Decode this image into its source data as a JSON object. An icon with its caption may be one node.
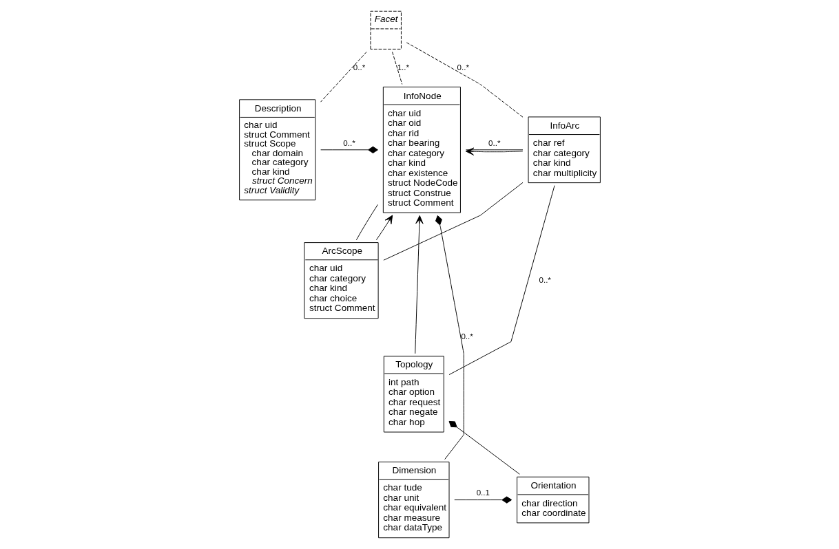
{
  "diagram": {
    "nodes": [
      {
        "text": [
          "Facet"
        ]
      },
      {
        "text": [
          "Description",
          "char uid",
          "struct Comment",
          "struct Scope",
          "char domain",
          "char category",
          "char kind",
          "struct Concern",
          "struct Validity"
        ]
      },
      {
        "text": [
          "InfoNode",
          "char uid",
          "char oid",
          "char rid",
          "char bearing",
          "char category",
          "char kind",
          "char existence",
          "struct NodeCode",
          "struct Construe",
          "struct Comment"
        ]
      },
      {
        "text": [
          "ArcScope",
          "char uid",
          "char category",
          "char kind",
          "char choice",
          "struct Comment"
        ]
      },
      {
        "text": [
          "InfoArc",
          "char ref",
          "char category",
          "char kind",
          "char multiplicity"
        ]
      },
      {
        "text": [
          "Topology",
          "int path",
          "char option",
          "char request",
          "char negate",
          "char hop"
        ]
      },
      {
        "text": [
          "Dimension",
          "char tude",
          "char unit",
          "char equivalent",
          "char measure",
          "char dataType"
        ]
      },
      {
        "text": [
          "Orientation",
          "char direction",
          "char coordinate"
        ]
      }
    ],
    "edges": [
      {
        "from": 0,
        "to": 1,
        "arrow": "none",
        "style": "dashed",
        "label": "0..*"
      },
      {
        "from": 0,
        "to": 2,
        "arrow": "none",
        "style": "dashed",
        "label": "1..*"
      },
      {
        "from": 0,
        "to": 4,
        "arrow": "none",
        "style": "dashed",
        "label": "0..*"
      },
      {
        "from": 1,
        "to": 2,
        "arrow": "other",
        "label": "0..*"
      },
      {
        "from": 2,
        "to": 4,
        "arrow": "none",
        "label": "0..*"
      },
      {
        "from": 3,
        "to": 2,
        "arrow": "none"
      },
      {
        "from": 3,
        "to": 4,
        "arrow": "none"
      },
      {
        "from": 4,
        "to": 5,
        "arrow": "none",
        "label": "0..*"
      },
      {
        "from": 4,
        "to": 2,
        "arrow": "to"
      },
      {
        "from": 5,
        "to": 2,
        "arrow": "to"
      },
      {
        "from": 3,
        "to": 2,
        "arrow": "to"
      },
      {
        "from": 6,
        "to": 2,
        "arrow": "other",
        "label": "0..*"
      },
      {
        "from": 6,
        "to": 7,
        "arrow": "other",
        "label": "0..1"
      },
      {
        "from": 7,
        "to": 5,
        "arrow": "other"
      }
    ]
  }
}
